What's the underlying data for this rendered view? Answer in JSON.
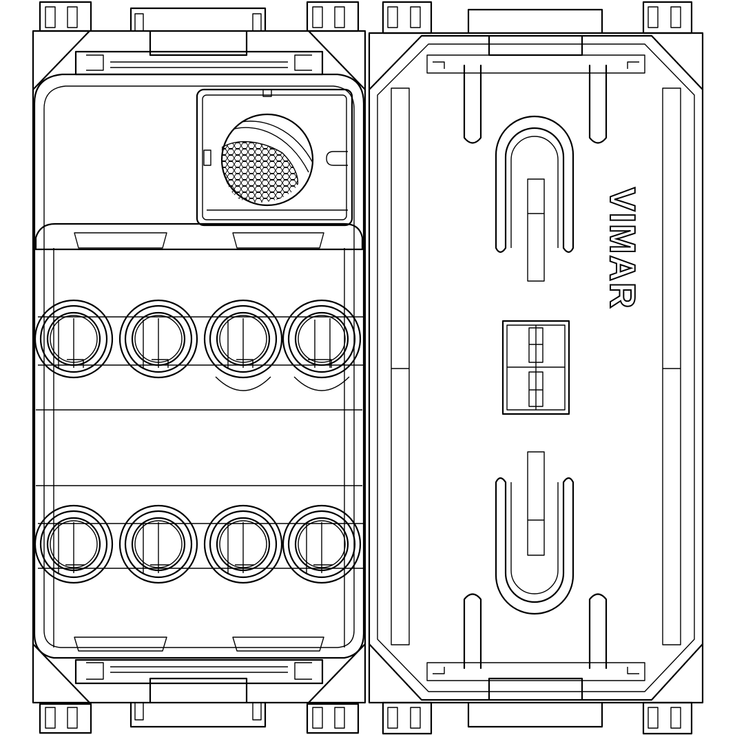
{
  "brand": {
    "text": "VIMAR"
  },
  "colors": {
    "stroke": "#000000",
    "background": "#ffffff"
  },
  "drawing": {
    "style": "line-art",
    "left_module": {
      "terminals_top_row": 4,
      "terminals_bottom_row": 4,
      "sensor_window": true
    },
    "right_module": {
      "slots": 2,
      "center_connector": true,
      "brand_label": true
    }
  }
}
